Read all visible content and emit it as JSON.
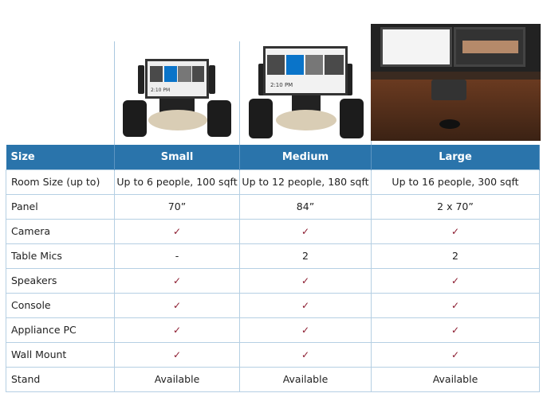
{
  "columns": [
    "Size",
    "Small",
    "Medium",
    "Large"
  ],
  "rows": [
    {
      "label": "Room Size (up to)",
      "values": [
        "Up to 6 people, 100 sqft",
        "Up to 12 people, 180 sqft",
        "Up to 16 people, 300 sqft"
      ]
    },
    {
      "label": "Panel",
      "values": [
        "70”",
        "84”",
        "2 x 70”"
      ]
    },
    {
      "label": "Camera",
      "values": [
        "✓",
        "✓",
        "✓"
      ]
    },
    {
      "label": "Table Mics",
      "values": [
        "-",
        "2",
        "2"
      ]
    },
    {
      "label": "Speakers",
      "values": [
        "✓",
        "✓",
        "✓"
      ]
    },
    {
      "label": "Console",
      "values": [
        "✓",
        "✓",
        "✓"
      ]
    },
    {
      "label": "Appliance PC",
      "values": [
        "✓",
        "✓",
        "✓"
      ]
    },
    {
      "label": "Wall Mount",
      "values": [
        "✓",
        "✓",
        "✓"
      ]
    },
    {
      "label": "Stand",
      "values": [
        "Available",
        "Available",
        "Available"
      ]
    }
  ],
  "photos": {
    "small_time": "2:10 PM",
    "medium_time": "2:10 PM"
  },
  "colors": {
    "header": "#2a74ab",
    "check": "#8b1a2e",
    "border": "#b5cfe3"
  }
}
